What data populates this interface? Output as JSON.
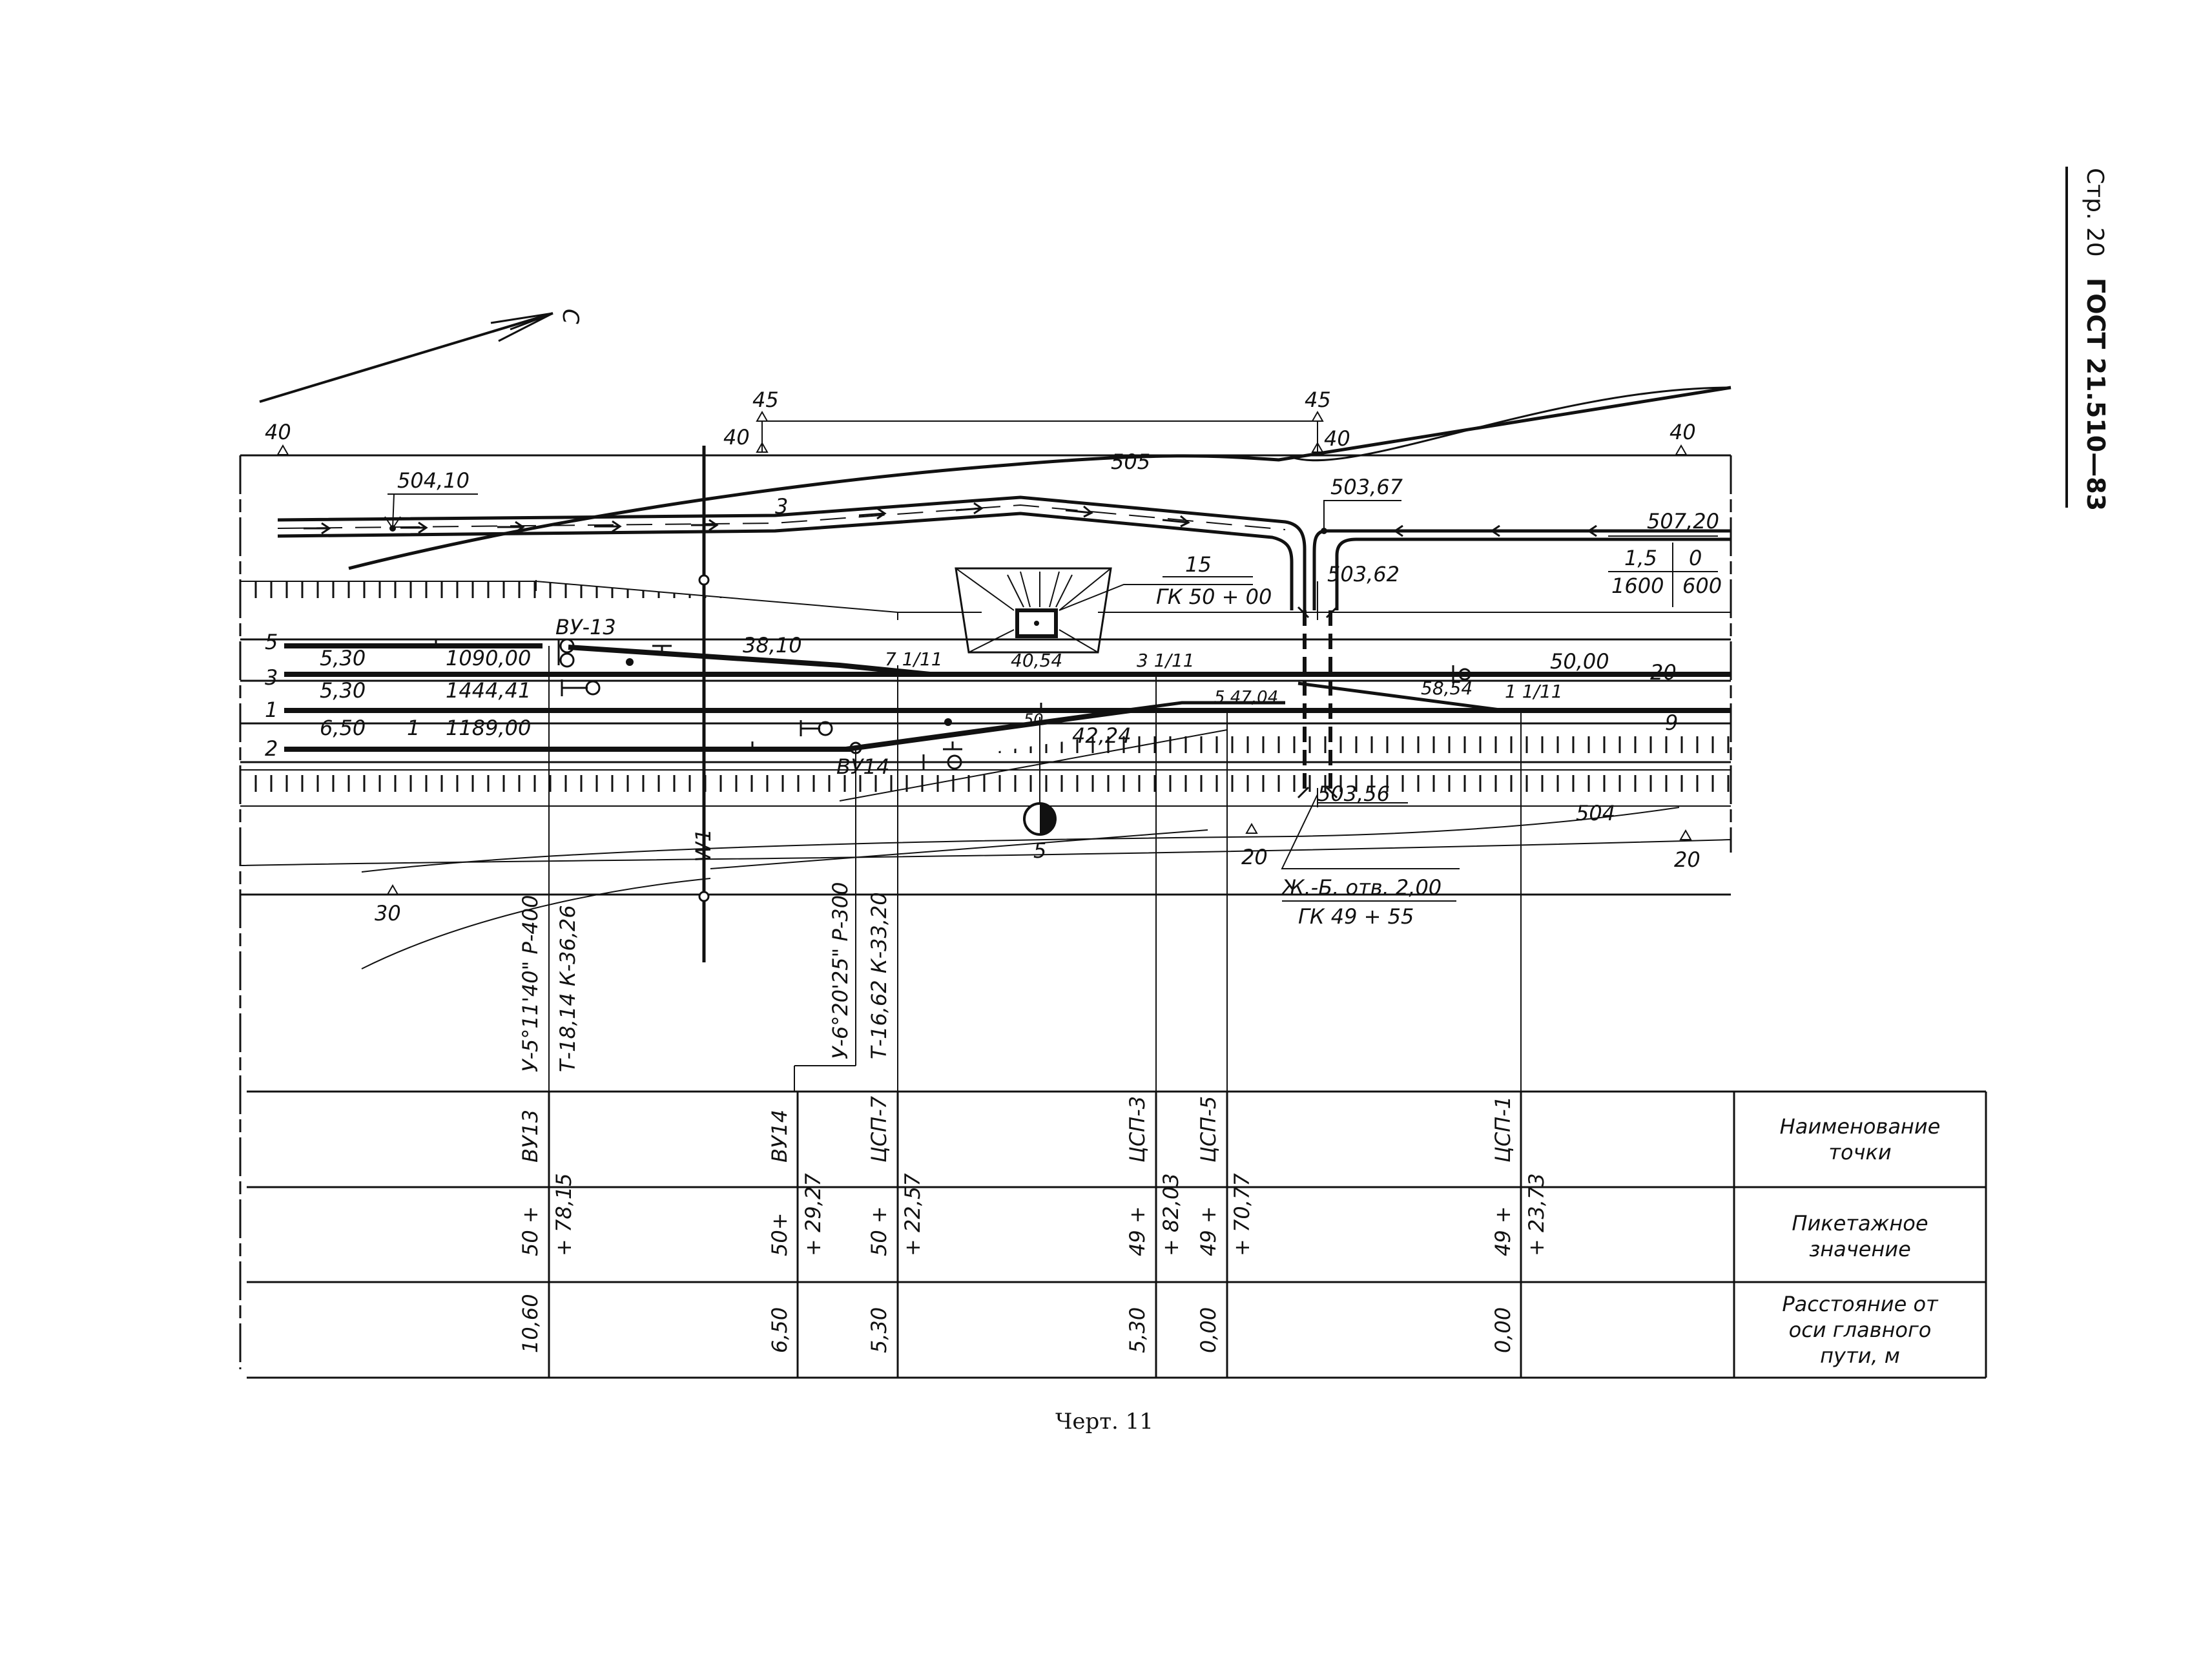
{
  "header": {
    "page": "Стр. 20",
    "standard": "ГОСТ 21.510—83"
  },
  "north_label": "С",
  "caption": "Черт. 11",
  "contour_labels": {
    "c40_left": "40",
    "c40_mid": "40",
    "c45_left": "45",
    "c45_right": "45",
    "c40_right1": "40",
    "c40_right2": "40",
    "c505": "505",
    "c504": "504",
    "c5": "5",
    "c20_mid": "20",
    "c20_right": "20",
    "c30": "30"
  },
  "track_numbers": {
    "t5": "5",
    "t3": "3",
    "t1": "1",
    "t2": "2",
    "road3": "3",
    "t9": "9",
    "t20": "20"
  },
  "labels": {
    "e504_10": "504,10",
    "e503_67": "503,67",
    "e507_20": "507,20",
    "slope_1_5": "1,5",
    "slope_0": "0",
    "slope_1600": "1600",
    "slope_600": "600",
    "e503_62": "503,62",
    "e503_56": "503,56",
    "n15": "15",
    "gk5000": "ГК 50 + 00",
    "vu13": "ВУ-13",
    "vu14": "ВУ14",
    "d5_30a": "5,30",
    "d1090": "1090,00",
    "d5_30b": "5,30",
    "d1444": "1444,41",
    "d6_50": "6,50",
    "d_one": "1",
    "d1189": "1189,00",
    "m38_10": "38,10",
    "m7_1_11": "7 1/11",
    "m40_54": "40,54",
    "m3_1_11": "3  1/11",
    "m5_47_04": "5  47,04",
    "m58_54": "58,54",
    "m1_1_11": "1  1/11",
    "m50_00": "50,00",
    "m50": "50",
    "m42_24": "42,24",
    "w1": "W1",
    "culvert": "Ж.-Б. отв. 2,00",
    "gk4955": "ГК 49 + 55",
    "curve13": "У-5°11'40\" Р-400",
    "curve13b": "Т-18,14 К-36,26",
    "curve14": "У-6°20'25\" Р-300",
    "curve14b": "Т-16,62 К-33,20"
  },
  "table": {
    "row_headers": [
      [
        "Наименование",
        "точки"
      ],
      [
        "Пикетажное",
        "значение"
      ],
      [
        "Расстояние от",
        "оси главного",
        "пути, м"
      ]
    ],
    "columns": [
      {
        "name": "ВУ13",
        "pk_a": "50 +",
        "pk_b": "+ 78,15",
        "dist": "10,60"
      },
      {
        "name": "ВУ14",
        "pk_a": "50+",
        "pk_b": "+ 29,27",
        "dist": "6,50"
      },
      {
        "name": "ЦСП-7",
        "pk_a": "50 +",
        "pk_b": "+ 22,57",
        "dist": "5,30"
      },
      {
        "name": "ЦСП-3",
        "pk_a": "49 +",
        "pk_b": "+ 82,03",
        "dist": "5,30"
      },
      {
        "name": "ЦСП-5",
        "pk_a": "49 +",
        "pk_b": "+ 70,77",
        "dist": "0,00"
      },
      {
        "name": "ЦСП-1",
        "pk_a": "49 +",
        "pk_b": "+ 23,73",
        "dist": "0,00"
      }
    ]
  }
}
